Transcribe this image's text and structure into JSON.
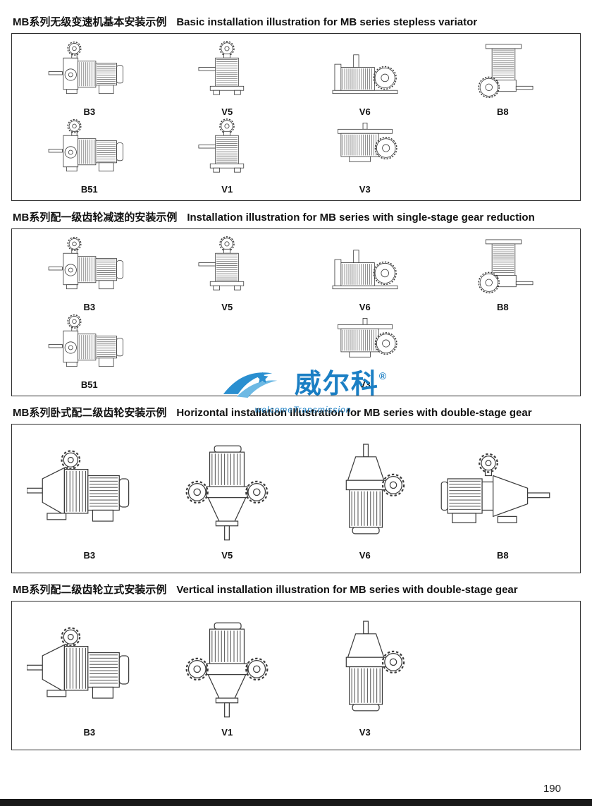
{
  "sections": [
    {
      "heading_zh": "MB系列无级变速机基本安装示例",
      "heading_en": "Basic installation illustration for MB series stepless variator",
      "tall": false,
      "rows": [
        [
          {
            "label": "B3",
            "type": "variator-motor-horizontal"
          },
          {
            "label": "V5",
            "type": "variator-vertical"
          },
          {
            "label": "V6",
            "type": "variator-horizontal-flange"
          },
          {
            "label": "B8",
            "type": "variator-vertical-hanging"
          }
        ],
        [
          {
            "label": "B51",
            "type": "variator-motor-horizontal"
          },
          {
            "label": "V1",
            "type": "variator-vertical"
          },
          {
            "label": "V3",
            "type": "variator-top-flange"
          },
          null
        ]
      ]
    },
    {
      "heading_zh": "MB系列配一级齿轮减速的安装示例",
      "heading_en": "Installation illustration for MB series with single-stage gear reduction",
      "tall": false,
      "rows": [
        [
          {
            "label": "B3",
            "type": "variator-motor-horizontal"
          },
          {
            "label": "V5",
            "type": "variator-vertical"
          },
          {
            "label": "V6",
            "type": "variator-horizontal-flange"
          },
          {
            "label": "B8",
            "type": "variator-vertical-hanging"
          }
        ],
        [
          {
            "label": "B51",
            "type": "variator-motor-horizontal"
          },
          null,
          {
            "label": "V3",
            "type": "variator-top-flange"
          },
          null
        ]
      ]
    },
    {
      "heading_zh": "MB系列卧式配二级齿轮安装示例",
      "heading_en": "Horizontal installation illustration for MB series with double-stage gear",
      "tall": true,
      "rows": [
        [
          {
            "label": "B3",
            "type": "gearbox-motor-horizontal"
          },
          {
            "label": "V5",
            "type": "motor-top-gearbox-down"
          },
          {
            "label": "V6",
            "type": "gearbox-top-motor-down"
          },
          {
            "label": "B8",
            "type": "motor-left-gearbox-right"
          }
        ]
      ]
    },
    {
      "heading_zh": "MB系列配二级齿轮立式安装示例",
      "heading_en": "Vertical installation illustration for MB series with double-stage gear",
      "tall": true,
      "rows": [
        [
          {
            "label": "B3",
            "type": "gearbox-motor-horizontal"
          },
          {
            "label": "V1",
            "type": "motor-top-gearbox-down"
          },
          {
            "label": "V3",
            "type": "gearbox-top-motor-down"
          },
          null
        ]
      ]
    }
  ],
  "watermark": {
    "brand": "威尔科",
    "registered": "®",
    "subtitle": "welcomeTransmission",
    "color": "#1b7fc4"
  },
  "footer": {
    "page_number": "190"
  }
}
